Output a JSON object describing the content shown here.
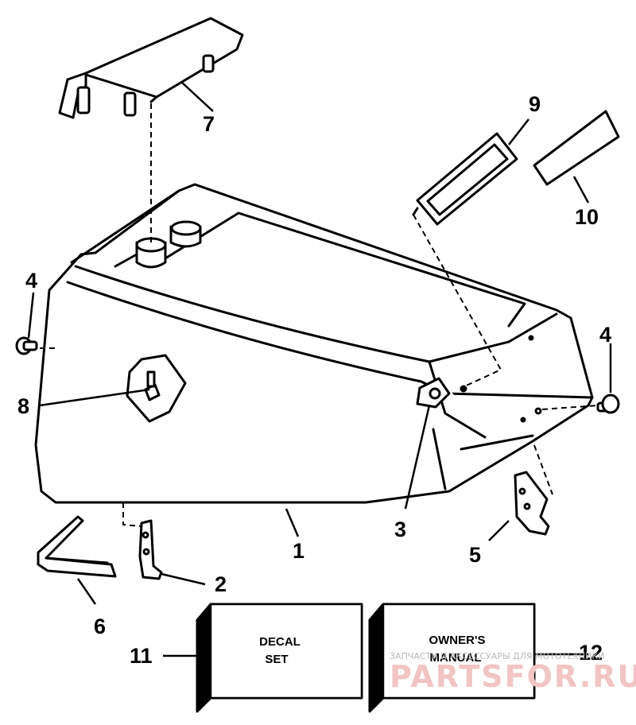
{
  "callouts": {
    "c1": "1",
    "c2": "2",
    "c3": "3",
    "c4a": "4",
    "c4b": "4",
    "c5": "5",
    "c6": "6",
    "c7": "7",
    "c8": "8",
    "c9": "9",
    "c10": "10",
    "c11": "11",
    "c12": "12"
  },
  "boxes": {
    "decal_line1": "DECAL",
    "decal_line2": "SET",
    "manual_line1": "OWNER'S",
    "manual_line2": "MANUAL"
  },
  "watermark": {
    "small": "ЗАПЧАСТИ И АКСЕССУАРЫ ДЛЯ МОТОТЕХНИКИ",
    "big": "PARTSFOR.RU"
  },
  "colors": {
    "line": "#000000",
    "fill": "#ffffff",
    "watermark": "#f2c4c4"
  }
}
